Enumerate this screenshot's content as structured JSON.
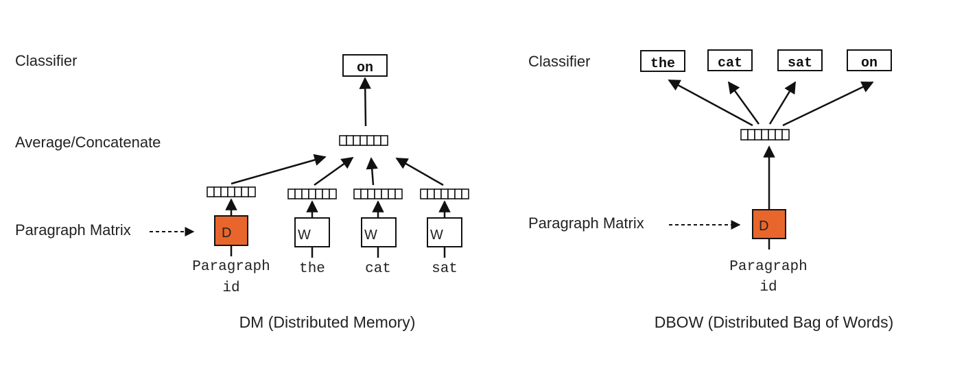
{
  "colors": {
    "paragraph_box": "#E8662B",
    "ink": "#111111"
  },
  "dm": {
    "caption": "DM (Distributed Memory)",
    "label_classifier": "Classifier",
    "label_average": "Average/Concatenate",
    "label_matrix": "Paragraph Matrix",
    "output_word": "on",
    "paragraph_box": "D",
    "word_box": "W",
    "inputs": {
      "paragraph_line1": "Paragraph",
      "paragraph_line2": "id",
      "word1": "the",
      "word2": "cat",
      "word3": "sat"
    }
  },
  "dbow": {
    "caption": "DBOW (Distributed Bag of Words)",
    "label_classifier": "Classifier",
    "label_matrix": "Paragraph Matrix",
    "outputs": [
      "the",
      "cat",
      "sat",
      "on"
    ],
    "paragraph_box": "D",
    "input_line1": "Paragraph",
    "input_line2": "id"
  }
}
